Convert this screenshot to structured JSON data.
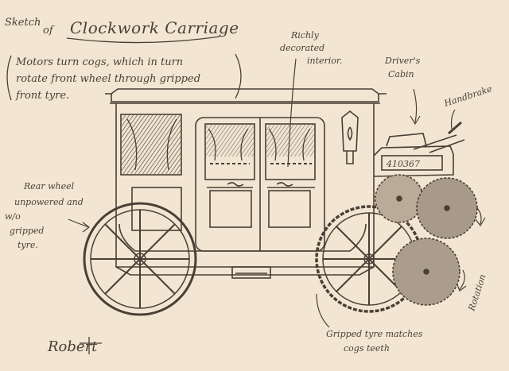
{
  "sketch": {
    "header_prefix": "Sketch",
    "header_of": "of",
    "title": "Clockwork Carriage",
    "notes": {
      "motors_1": "Motors turn cogs, which in turn",
      "motors_2": "rotate front wheel through gripped",
      "motors_3": "front tyre.",
      "richly_1": "Richly",
      "richly_2": "decorated",
      "richly_3": "interior.",
      "drivers_1": "Driver's",
      "drivers_2": "Cabin",
      "handbrake": "Handbrake",
      "rear_1": "Rear wheel",
      "rear_2": "unpowered and",
      "rear_3": "w/o",
      "rear_4": "gripped",
      "rear_5": "tyre.",
      "rotation": "Rotation",
      "tyre_1": "Gripped tyre matches",
      "tyre_2": "cogs teeth"
    },
    "plate": "410367",
    "signature": "Robert"
  },
  "colors": {
    "paper": "#f2e6d3",
    "ink": "#4a3f35",
    "shade": "#a89a88"
  }
}
